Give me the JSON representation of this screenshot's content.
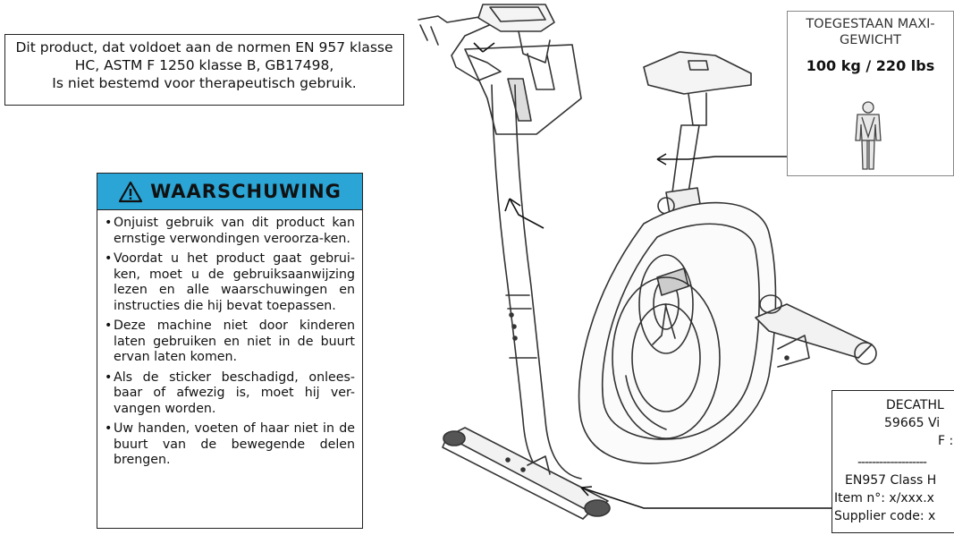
{
  "norms_notice": {
    "line1": "Dit product, dat voldoet aan de normen EN 957 klasse",
    "line2": "HC, ASTM F 1250 klasse B, GB17498,",
    "line3": "Is niet bestemd voor therapeutisch gebruik."
  },
  "weight_label": {
    "header_line1": "TOEGESTAAN MAXI-",
    "header_line2": "GEWICHT",
    "value": "100 kg / 220 lbs",
    "icon": "person-icon"
  },
  "warning": {
    "title": "WAARSCHUWING",
    "icon": "warning-triangle-icon",
    "banner_color": "#2aa5d6",
    "items": [
      "Onjuist gebruik van dit product kan ernstige verwondingen veroorza-ken.",
      "Voordat u het product gaat gebrui-ken, moet u de gebruiksaanwijzing lezen en alle waarschuwingen en instructies die hij bevat toepassen.",
      "Deze machine niet door kinderen laten gebruiken en niet in de buurt ervan laten komen.",
      "Als de sticker beschadigd, onlees-baar of afwezig is, moet hij ver-vangen worden.",
      "Uw handen, voeten of haar niet in de buurt van de bewegende delen brengen."
    ]
  },
  "manufacturer_label": {
    "line1": "DECATHL",
    "line2": "59665 Vi",
    "line3": "F :",
    "divider": "-------------------",
    "line4": "EN957 Class H",
    "line5": "Item n°:  x/xxx.x",
    "line6": "Supplier code: x"
  }
}
